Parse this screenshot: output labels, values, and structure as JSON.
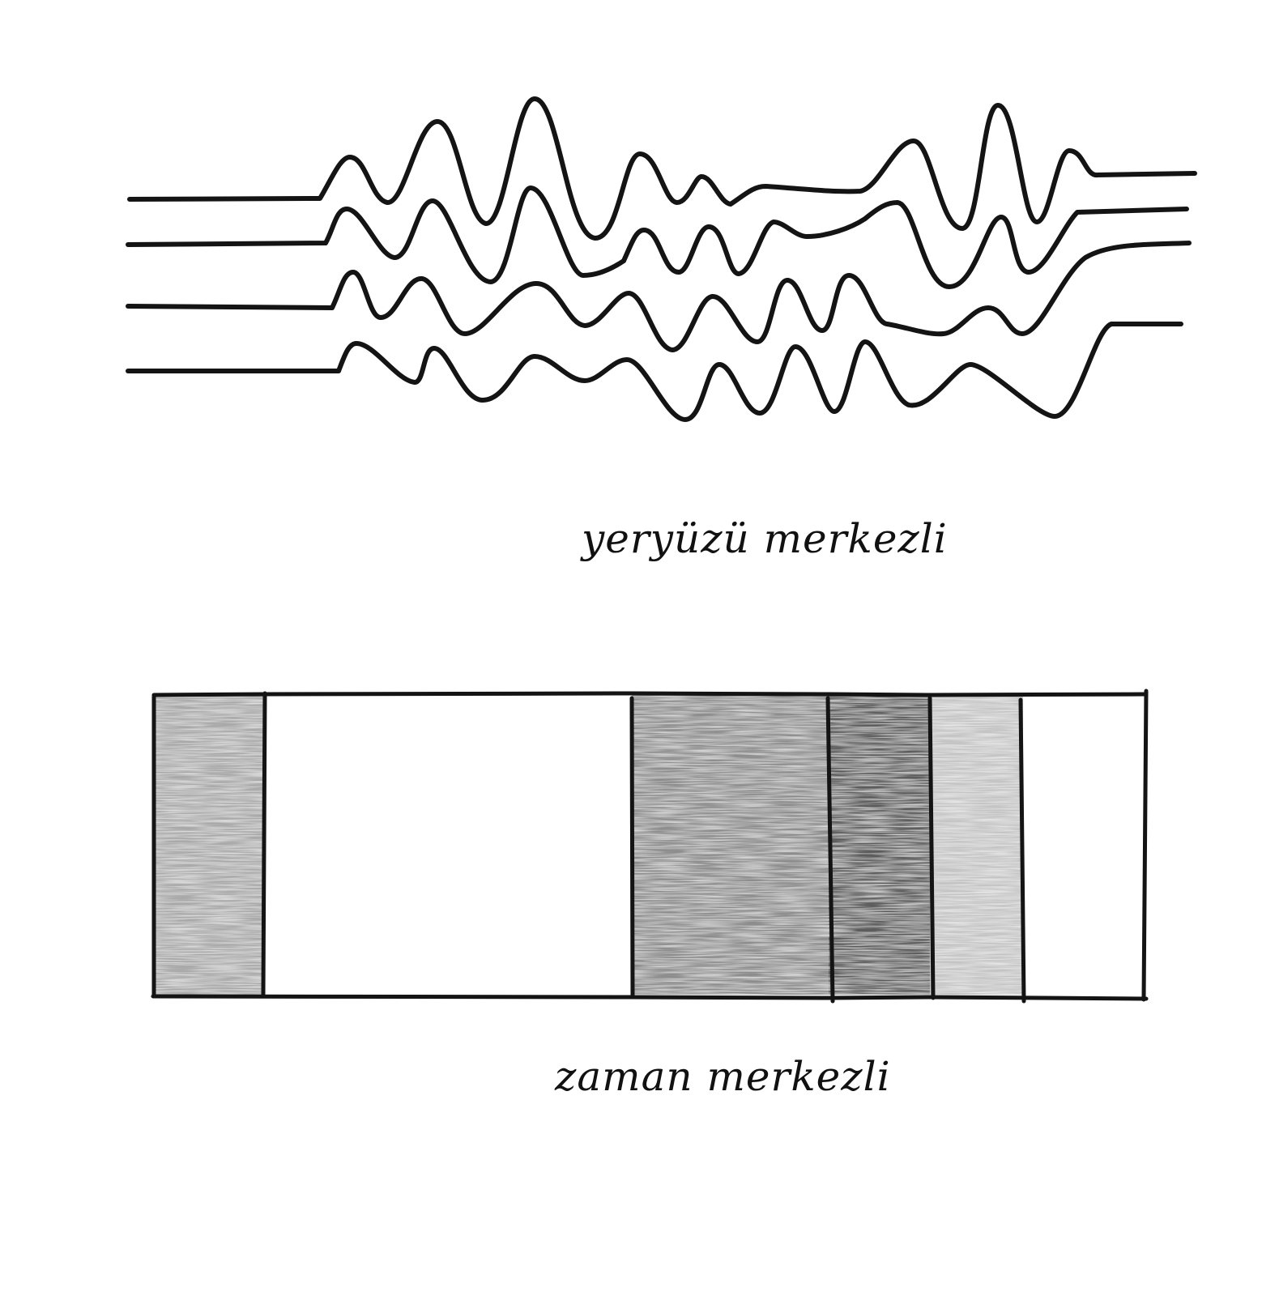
{
  "colors": {
    "paper": "#ffffff",
    "ink": "#141414",
    "band_shades": [
      "#a9a9a9",
      "#ffffff",
      "#8d8d8d",
      "#5b5b5b",
      "#c4c4c4",
      "#ffffff"
    ]
  },
  "labels": {
    "top": "yeryüzü merkezli",
    "bottom": "zaman merkezli"
  },
  "waves": {
    "count": 4
  },
  "bar": {
    "segments": 6
  }
}
